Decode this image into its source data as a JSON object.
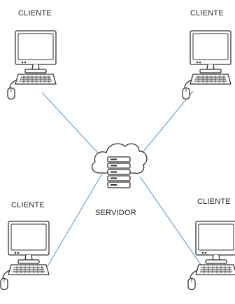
{
  "diagram": {
    "clients": [
      {
        "label": "CLIENTE"
      },
      {
        "label": "CLIENTE"
      },
      {
        "label": "CLIENTE"
      },
      {
        "label": "CLIENTE"
      }
    ],
    "server": {
      "label": "SERVIDOR"
    }
  },
  "colors": {
    "link_line": "#5b9bd5",
    "device_stroke": "#333333",
    "device_fill": "#ffffff",
    "screen_fill": "#ffffff"
  },
  "icons": {
    "client": "desktop-computer-icon",
    "server": "cloud-server-icon"
  }
}
